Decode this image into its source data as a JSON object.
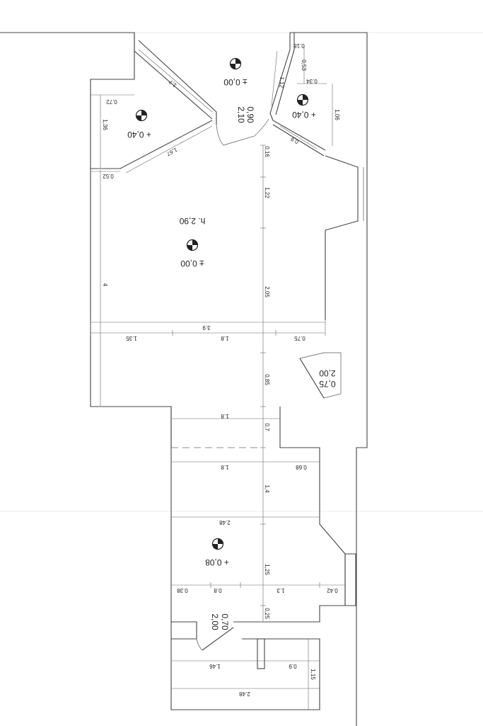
{
  "levels": {
    "room_top_center": "± 0,00",
    "room_top_left": "+ 0,40",
    "room_top_right": "+ 0,40",
    "room_main": "± 0,00",
    "room_bottom": "+ 0,08"
  },
  "ceiling_height": "h. 2,90",
  "doors": {
    "door_top_w": "0,90",
    "door_top_h": "2,10",
    "door_right_w": "0,75",
    "door_right_h": "2,00",
    "door_bottom_w": "0,70",
    "door_bottom_h": "2,00"
  },
  "dimensions": {
    "d_0_72": "0.72",
    "d_1_36": "1,36",
    "d_0_52": "0.52",
    "d_1_7": "1,7",
    "d_1_67": "1,67",
    "d_0_18_top": "0.18",
    "d_0_53": "0,53",
    "d_0_34": "0.34",
    "d_1_12": "1,12",
    "d_1_06": "1,06",
    "d_0_9_diag": "0,9",
    "d_0_16": "0,16",
    "d_1_22": "1,22",
    "d_4": "4",
    "d_2_05": "2,05",
    "d_3_9": "3.9",
    "d_1_35": "1.35",
    "d_1_8_a": "1.8",
    "d_0_75": "0.75",
    "d_0_85": "0,85",
    "d_1_8_b": "1.8",
    "d_0_7": "0,7",
    "d_1_8_c": "1.8",
    "d_0_68": "0.68",
    "d_1_4": "1,4",
    "d_2_48_a": "2.48",
    "d_1_25": "1,25",
    "d_0_38": "0.38",
    "d_0_8": "0.8",
    "d_1_3": "1.3",
    "d_0_42": "0.42",
    "d_0_25": "0,25",
    "d_1_46": "1.46",
    "d_0_9": "0.9",
    "d_1_15": "1,15",
    "d_2_48_b": "2.48"
  }
}
